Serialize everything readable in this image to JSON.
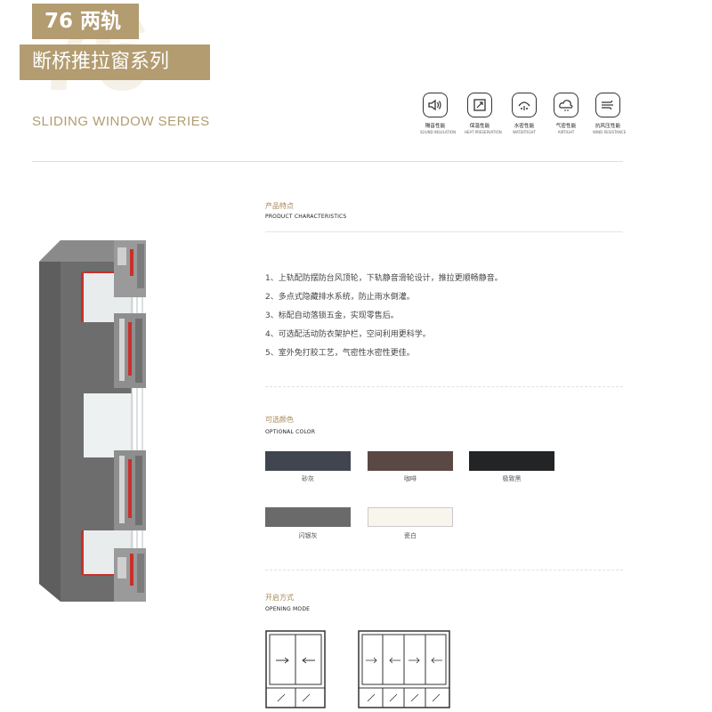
{
  "header": {
    "watermark": "76",
    "title": "76 两轨",
    "subtitle": "断桥推拉窗系列",
    "english": "SLIDING WINDOW SERIES"
  },
  "features": [
    {
      "icon": "speaker-icon",
      "cn": "隔音性能",
      "en": "SOUND INSULATION"
    },
    {
      "icon": "heat-panel-icon",
      "cn": "保温性能",
      "en": "HEAT PRESERVATION"
    },
    {
      "icon": "water-drop-icon",
      "cn": "水密性能",
      "en": "WATERTIGHT"
    },
    {
      "icon": "cloud-icon",
      "cn": "气密性能",
      "en": "AIRTIGHT"
    },
    {
      "icon": "wind-icon",
      "cn": "抗风压性能",
      "en": "WIND RESISTANCE"
    }
  ],
  "characteristics": {
    "cn": "产品特点",
    "en": "PRODUCT CHARACTERISTICS",
    "items": [
      "1、上轨配防摆防台风顶轮，下轨静音滑轮设计，推拉更顺畅静音。",
      "2、多点式隐藏排水系统，防止雨水倒灌。",
      "3、标配自动落锁五金，实现零售后。",
      "4、可选配活动防衣架护栏，空间利用更科学。",
      "5、室外免打胶工艺，气密性水密性更佳。"
    ]
  },
  "colors": {
    "cn": "可选颜色",
    "en": "OPTIONAL COLOR",
    "swatches": [
      {
        "name": "砂灰",
        "hex": "#41454f"
      },
      {
        "name": "咖啡",
        "hex": "#5a4844"
      },
      {
        "name": "极致黑",
        "hex": "#232426"
      },
      {
        "name": "闪银灰",
        "hex": "#6a6a6a"
      },
      {
        "name": "瓷白",
        "hex": "#f8f6ec"
      }
    ]
  },
  "opening": {
    "cn": "开启方式",
    "en": "OPENING MODE"
  },
  "theme": {
    "accent": "#b29c70",
    "profile_gray": "#6d6d6d",
    "seal_red": "#c8302c"
  }
}
